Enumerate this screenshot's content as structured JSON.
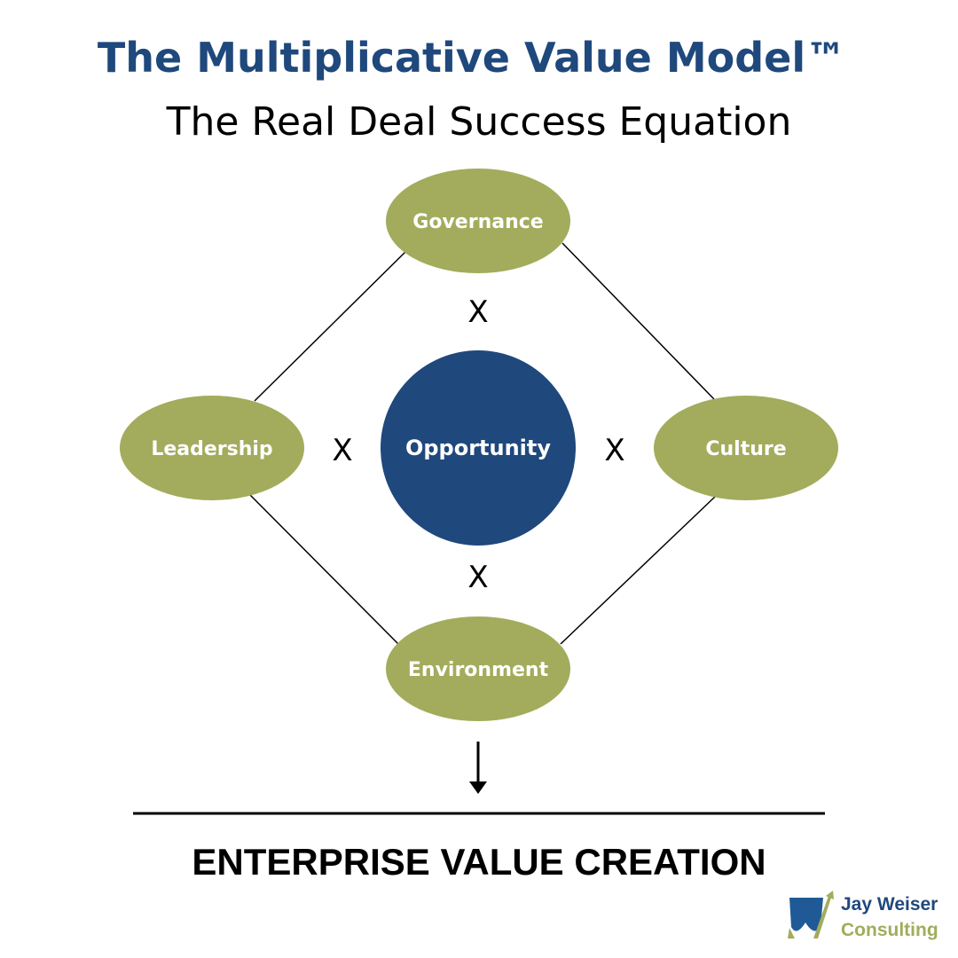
{
  "title": "The Multiplicative Value Model™",
  "subtitle": "The Real Deal Success Equation",
  "nodes": {
    "top": "Governance",
    "left": "Leadership",
    "center": "Opportunity",
    "right": "Culture",
    "bottom": "Environment"
  },
  "operators": {
    "top": "X",
    "left": "X",
    "right": "X",
    "bottom": "X"
  },
  "result": "ENTERPRISE VALUE CREATION",
  "logo": {
    "line1": "Jay Weiser",
    "line2": "Consulting"
  },
  "colors": {
    "primary": "#1f487c",
    "accent": "#a2ac5c"
  }
}
